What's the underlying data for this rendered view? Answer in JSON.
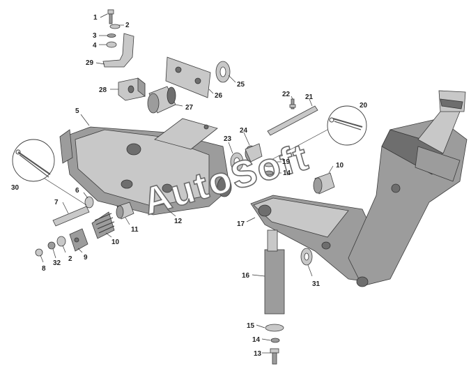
{
  "watermark": "AutoSoft",
  "callouts": [
    {
      "id": "c1",
      "text": "1"
    },
    {
      "id": "c2a",
      "text": "2"
    },
    {
      "id": "c3",
      "text": "3"
    },
    {
      "id": "c4",
      "text": "4"
    },
    {
      "id": "c29",
      "text": "29"
    },
    {
      "id": "c28",
      "text": "28"
    },
    {
      "id": "c27",
      "text": "27"
    },
    {
      "id": "c26",
      "text": "26"
    },
    {
      "id": "c25",
      "text": "25"
    },
    {
      "id": "c5",
      "text": "5"
    },
    {
      "id": "c22",
      "text": "22"
    },
    {
      "id": "c21",
      "text": "21"
    },
    {
      "id": "c20",
      "text": "20"
    },
    {
      "id": "c24",
      "text": "24"
    },
    {
      "id": "c23",
      "text": "23"
    },
    {
      "id": "c19",
      "text": "19"
    },
    {
      "id": "c14a",
      "text": "14"
    },
    {
      "id": "c10a",
      "text": "10"
    },
    {
      "id": "c30",
      "text": "30"
    },
    {
      "id": "c6",
      "text": "6"
    },
    {
      "id": "c7",
      "text": "7"
    },
    {
      "id": "c11",
      "text": "11"
    },
    {
      "id": "c12",
      "text": "12"
    },
    {
      "id": "c10b",
      "text": "10"
    },
    {
      "id": "c9",
      "text": "9"
    },
    {
      "id": "c2b",
      "text": "2"
    },
    {
      "id": "c32",
      "text": "32"
    },
    {
      "id": "c8",
      "text": "8"
    },
    {
      "id": "c17",
      "text": "17"
    },
    {
      "id": "c16",
      "text": "16"
    },
    {
      "id": "c31",
      "text": "31"
    },
    {
      "id": "c15",
      "text": "15"
    },
    {
      "id": "c14b",
      "text": "14"
    },
    {
      "id": "c13",
      "text": "13"
    }
  ]
}
